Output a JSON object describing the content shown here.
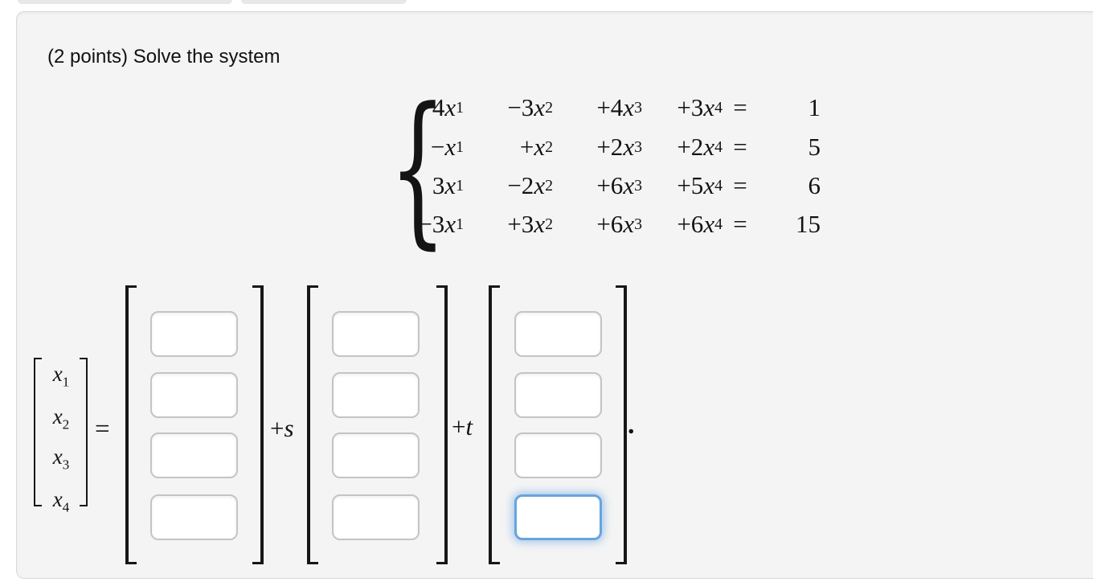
{
  "page": {
    "title": "(2 points) Solve the system"
  },
  "system": {
    "variable": "x",
    "equals": "=",
    "rows": [
      {
        "terms": [
          {
            "c": "4",
            "s": "1"
          },
          {
            "c": "−3",
            "s": "2"
          },
          {
            "c": "+4",
            "s": "3"
          },
          {
            "c": "+3",
            "s": "4"
          }
        ],
        "rhs": "1"
      },
      {
        "terms": [
          {
            "c": "−",
            "s": "1"
          },
          {
            "c": "+",
            "s": "2"
          },
          {
            "c": "+2",
            "s": "3"
          },
          {
            "c": "+2",
            "s": "4"
          }
        ],
        "rhs": "5"
      },
      {
        "terms": [
          {
            "c": "3",
            "s": "1"
          },
          {
            "c": "−2",
            "s": "2"
          },
          {
            "c": "+6",
            "s": "3"
          },
          {
            "c": "+5",
            "s": "4"
          }
        ],
        "rhs": "6"
      },
      {
        "terms": [
          {
            "c": "−3",
            "s": "1"
          },
          {
            "c": "+3",
            "s": "2"
          },
          {
            "c": "+6",
            "s": "3"
          },
          {
            "c": "+6",
            "s": "4"
          }
        ],
        "rhs": "15"
      }
    ]
  },
  "answer": {
    "vector": {
      "variable": "x",
      "subscripts": [
        "1",
        "2",
        "3",
        "4"
      ]
    },
    "equals": "=",
    "scalars": [
      {
        "plus": "+",
        "var": "s"
      },
      {
        "plus": "+",
        "var": "t"
      }
    ],
    "columns": [
      {
        "role": "particular-vector",
        "boxes": [
          "",
          "",
          "",
          ""
        ]
      },
      {
        "role": "s-direction-vector",
        "boxes": [
          "",
          "",
          "",
          ""
        ]
      },
      {
        "role": "t-direction-vector",
        "boxes": [
          "",
          "",
          "",
          ""
        ]
      }
    ],
    "trailing_period": ".",
    "focused_box": {
      "column": 3,
      "row": 4
    }
  },
  "colors": {
    "panel_bg": "#f4f4f4",
    "panel_border": "#d8d8d8",
    "box_border": "#c4c4c4",
    "focus_border": "#67a4df"
  }
}
